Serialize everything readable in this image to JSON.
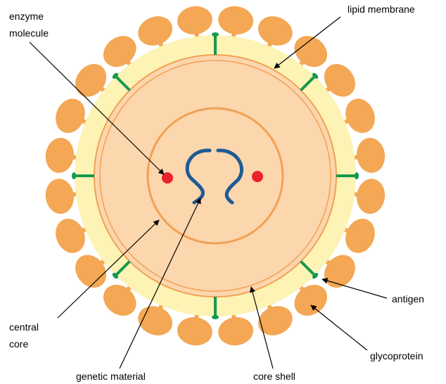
{
  "labels": {
    "enzyme_line1": "enzyme",
    "enzyme_line2": "molecule",
    "lipid_membrane": "lipid membrane",
    "antigen": "antigen",
    "glycoprotein": "glycoprotein",
    "central_line1": "central",
    "central_line2": "core",
    "genetic_material": "genetic material",
    "core_shell": "core shell"
  },
  "colors": {
    "glycoprotein_fill": "#f4a754",
    "membrane_fill": "#fdf3b4",
    "core_shell_fill": "#fcd6ad",
    "ring_stroke": "#f1a155",
    "antigen": "#159a4f",
    "enzyme": "#e8232a",
    "genetic_material": "#1d5b94"
  }
}
